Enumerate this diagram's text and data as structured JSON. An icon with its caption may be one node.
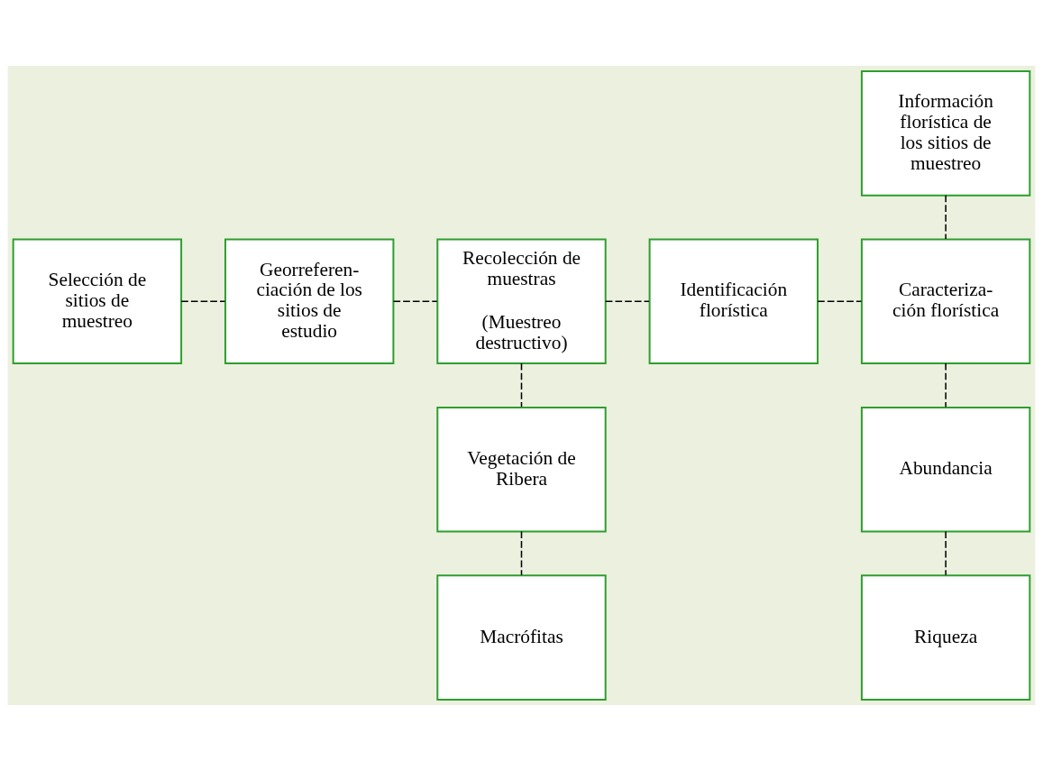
{
  "diagram": {
    "nodes": [
      {
        "text": [
          "Información florística de los sitios de muestreo"
        ]
      },
      {
        "text": [
          "Selección de sitios de muestreo"
        ]
      },
      {
        "text": [
          "Georreferen- ciación de los sitios de estudio"
        ]
      },
      {
        "text": [
          "Recolección de muestras",
          "(Muestreo destructivo)"
        ]
      },
      {
        "text": [
          "Identificación florística"
        ]
      },
      {
        "text": [
          "Caracteriza- ción florística"
        ]
      },
      {
        "text": [
          "Vegetación de Ribera"
        ]
      },
      {
        "text": [
          "Macrófitas"
        ]
      },
      {
        "text": [
          "Abundancia"
        ]
      },
      {
        "text": [
          "Riqueza"
        ]
      }
    ],
    "edges": [
      {
        "from": 1,
        "to": 2,
        "arrow": "none",
        "style": "dashed"
      },
      {
        "from": 2,
        "to": 3,
        "arrow": "none",
        "style": "dashed"
      },
      {
        "from": 3,
        "to": 4,
        "arrow": "none",
        "style": "dashed"
      },
      {
        "from": 4,
        "to": 5,
        "arrow": "none",
        "style": "dashed"
      },
      {
        "from": 0,
        "to": 5,
        "arrow": "none",
        "style": "dashed"
      },
      {
        "from": 3,
        "to": 6,
        "arrow": "none",
        "style": "dashed"
      },
      {
        "from": 6,
        "to": 7,
        "arrow": "none",
        "style": "dashed"
      },
      {
        "from": 5,
        "to": 8,
        "arrow": "none",
        "style": "dashed"
      },
      {
        "from": 8,
        "to": 9,
        "arrow": "none",
        "style": "dashed"
      }
    ]
  }
}
